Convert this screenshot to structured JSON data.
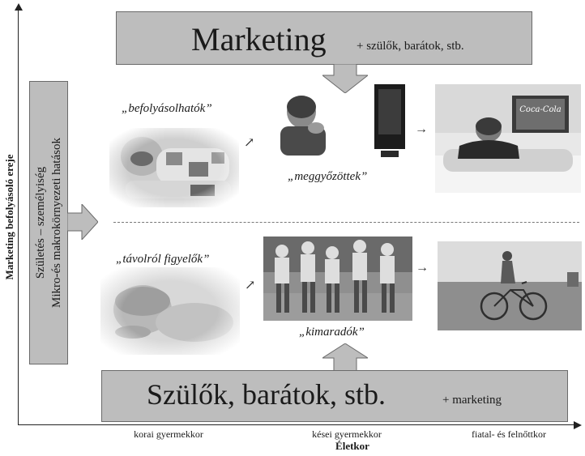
{
  "axes": {
    "y_title": "Marketing befolyásoló ereje",
    "x_title": "Életkor",
    "x_ticks": [
      "korai gyermekkor",
      "kései gyermekkor",
      "fiatal- és felnőttkor"
    ]
  },
  "top_box": {
    "big": "Marketing",
    "small": "+ szülők, barátok, stb."
  },
  "bottom_box": {
    "big": "Szülők, barátok, stb.",
    "small": "+ marketing"
  },
  "left_box": {
    "line1": "Születés – személyiség",
    "line2": "Mikro-és makrokörnyezeti hatások"
  },
  "captions": {
    "befolyasolhatok": "„befolyásolhatók”",
    "meggyozottek": "„meggyőzöttek”",
    "tavolrol": "„távolról figyelők”",
    "kimaradok": "„kimaradók”"
  },
  "tv_logo": "Coca-Cola",
  "colors": {
    "box_fill": "#bdbdbd",
    "box_border": "#6a6a6a"
  }
}
